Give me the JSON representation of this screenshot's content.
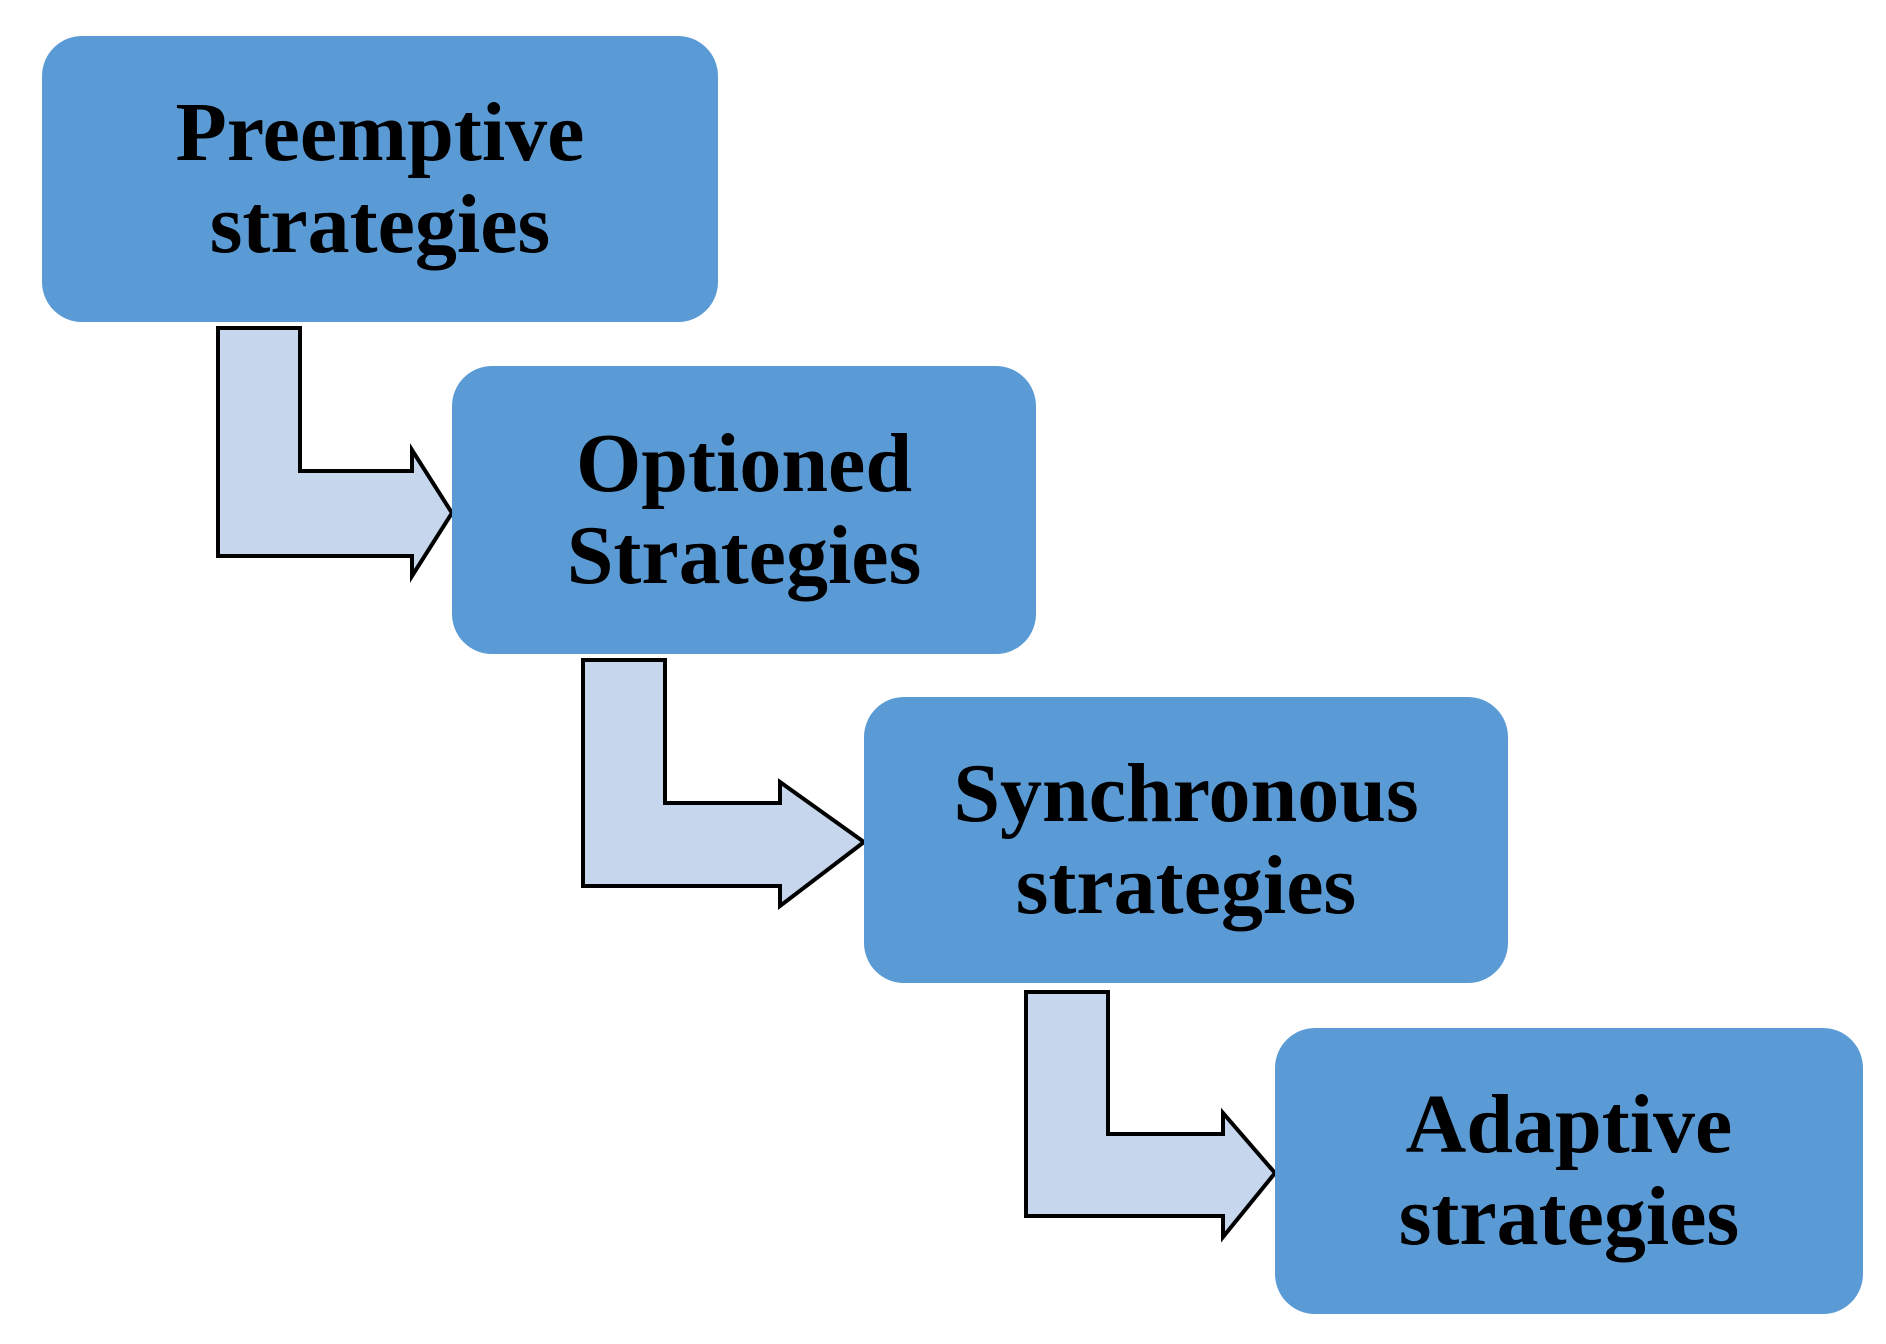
{
  "diagram": {
    "steps": [
      {
        "line1": "Preemptive",
        "line2": "strategies"
      },
      {
        "line1": "Optioned",
        "line2": "Strategies"
      },
      {
        "line1": "Synchronous",
        "line2": "strategies"
      },
      {
        "line1": "Adaptive",
        "line2": "strategies"
      }
    ],
    "colors": {
      "box_fill": "#5b9bd5",
      "arrow_fill": "#c5d6ed",
      "arrow_stroke": "#000000",
      "text": "#000000"
    }
  }
}
